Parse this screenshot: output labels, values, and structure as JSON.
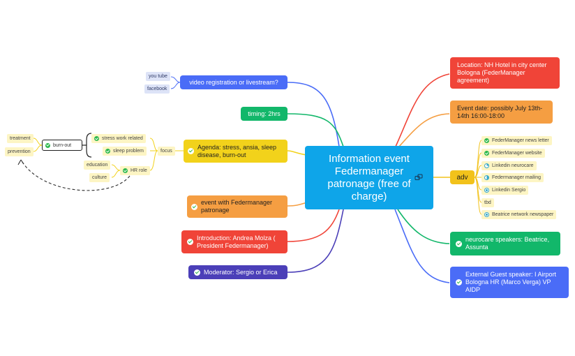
{
  "central": {
    "title": "Information event Federmanager patronage (free of charge)"
  },
  "right": {
    "location": "Location: NH Hotel in city center Bologna (FederManager agreement)",
    "event_date": "Event date: possibly July 13th-14th 16:00-18:00",
    "adv": "adv",
    "adv_items": [
      "FederManager news letter",
      "FederManager website",
      "Linkedin neurocare",
      "Federmanager mailing",
      "Linkedin Sergio",
      "tbd",
      "Beatrice network newspaper"
    ],
    "neurocare_speakers": "neurocare speakers: Beatrice, Assunta",
    "external_guest": "External Guest speaker: I Airport Bologna HR (Marco Verga) VP AIDP"
  },
  "left": {
    "video": "video registration or livestream?",
    "video_options": [
      "you tube",
      "facebook"
    ],
    "timing": "timing: 2hrs",
    "agenda": "Agenda: stress, ansia, sleep disease, burn-out",
    "focus": "focus",
    "focus_items": [
      "stress work related",
      "sleep problem",
      "HR role"
    ],
    "hr_items": [
      "education",
      "culture"
    ],
    "burnout": "burn-out",
    "burnout_items": [
      "treatment",
      "prevention"
    ],
    "event_with": "event  with Federmanager patronage",
    "introduction": "Introduction: Andrea Molza ( President Federmanager)",
    "moderator": "Moderator: Sergio or Erica"
  },
  "colors": {
    "central": "#0ea5e9",
    "location": "#f04438",
    "event_date": "#f59e42",
    "adv": "#f2c21b",
    "neurocare": "#12b76a",
    "external": "#4a6cf7",
    "video": "#4a6cf7",
    "timing": "#12b76a",
    "agenda": "#f2d21b",
    "event_with": "#f59e42",
    "introduction": "#f04438",
    "moderator": "#4b3fb8"
  },
  "icons": [
    "check-icon",
    "progress-pie-icon",
    "copy-icon"
  ]
}
